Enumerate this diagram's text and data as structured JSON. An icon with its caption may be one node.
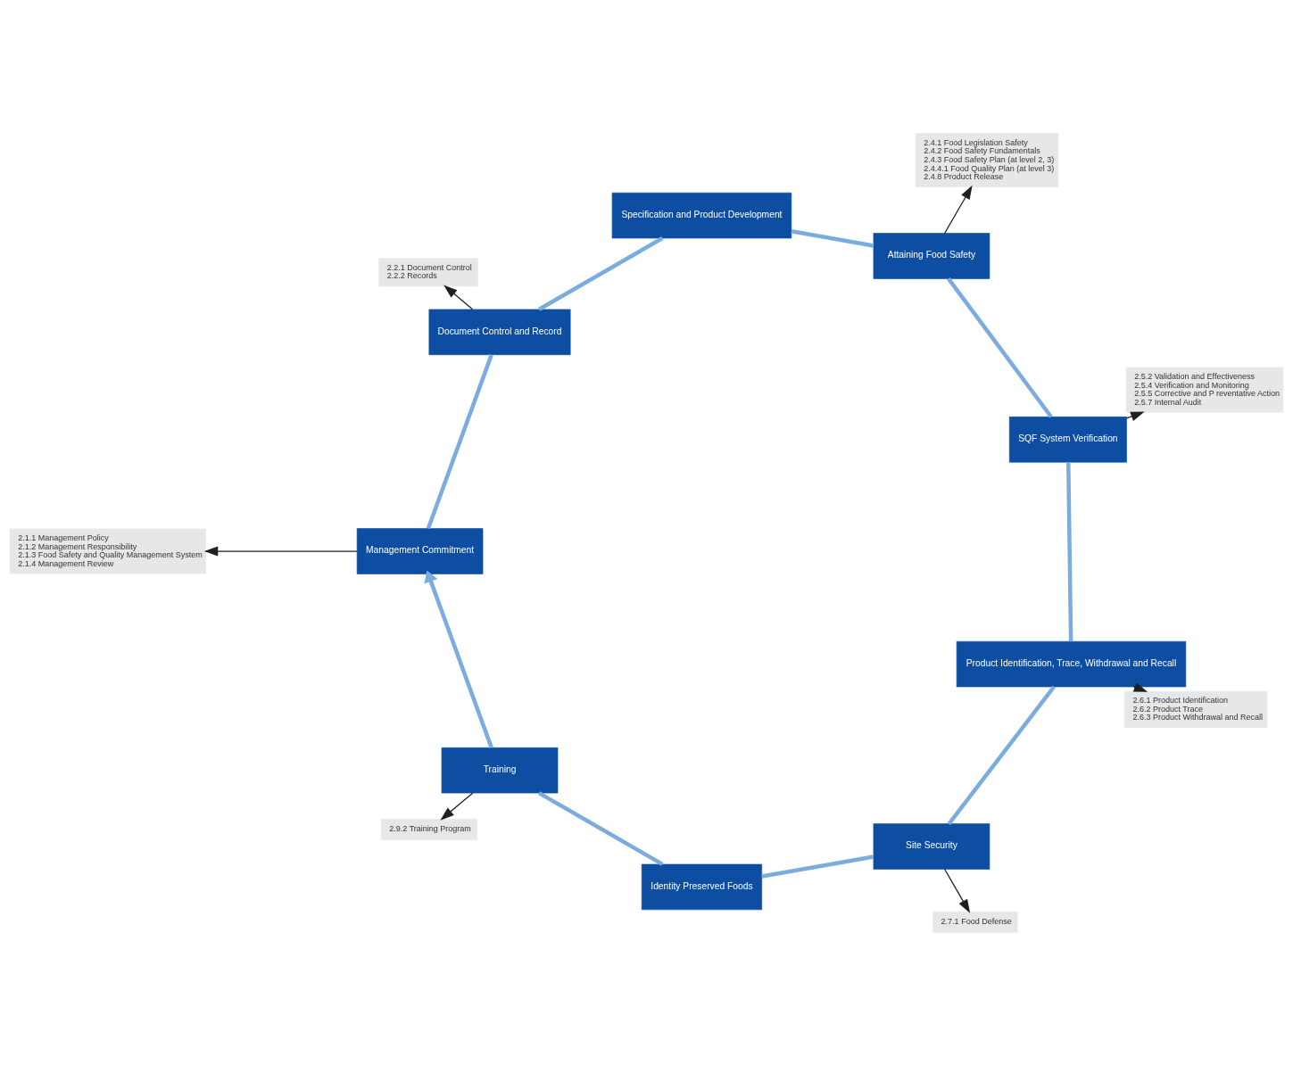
{
  "diagram": {
    "nodes": [
      {
        "text": [
          "2.1.1 Management Policy",
          "2.1.2 Management Responsibility",
          "2.1.3 Food Safety and Quality Management System",
          "2.1.4 Management Review"
        ]
      },
      {
        "text": [
          "Management Commitment"
        ]
      },
      {
        "text": [
          "Document Control and Record"
        ]
      },
      {
        "text": [
          "2.2.1 Document Control",
          "2.2.2 Records"
        ]
      },
      {
        "text": [
          "Specification and Product Development"
        ]
      },
      {
        "text": [
          "Attaining Food Safety"
        ]
      },
      {
        "text": [
          "2.4.1 Food Legislation Safety",
          "2.4.2 Food Safety Fundamentals",
          "2.4.3 Food Safety Plan (at level 2, 3)",
          "2.4.4.1 Food Quality Plan (at level 3)",
          "2.4.8 Product Release"
        ]
      },
      {
        "text": [
          "SQF System Verification"
        ]
      },
      {
        "text": [
          "2.5.2 Validation and Effectiveness",
          "2.5.4 Verification and Monitoring",
          "2.5.5 Corrective and P reventative Action",
          "2.5.7 Internal Audit"
        ]
      },
      {
        "text": [
          "Product Identification, Trace, Withdrawal and Recall"
        ]
      },
      {
        "text": [
          "2.6.1 Product Identification",
          "2.6.2 Product Trace",
          "2.6.3 Product Withdrawal and Recall"
        ]
      },
      {
        "text": [
          "Site Security"
        ]
      },
      {
        "text": [
          "2.7.1 Food Defense"
        ]
      },
      {
        "text": [
          "Identity Preserved Foods"
        ]
      },
      {
        "text": [
          "Training"
        ]
      },
      {
        "text": [
          "2.9.2 Training Program"
        ]
      }
    ],
    "edges": [
      {
        "from": 1,
        "to": 2,
        "arrow": "none"
      },
      {
        "from": 2,
        "to": 4,
        "arrow": "none"
      },
      {
        "from": 4,
        "to": 5,
        "arrow": "none"
      },
      {
        "from": 5,
        "to": 7,
        "arrow": "none"
      },
      {
        "from": 7,
        "to": 9,
        "arrow": "none"
      },
      {
        "from": 9,
        "to": 11,
        "arrow": "none"
      },
      {
        "from": 11,
        "to": 13,
        "arrow": "none"
      },
      {
        "from": 13,
        "to": 14,
        "arrow": "none"
      },
      {
        "from": 14,
        "to": 1,
        "arrow": "to"
      },
      {
        "from": 1,
        "to": 0,
        "arrow": "to",
        "color": "#231f20"
      },
      {
        "from": 2,
        "to": 3,
        "arrow": "to",
        "color": "#231f20"
      },
      {
        "from": 5,
        "to": 6,
        "arrow": "to",
        "color": "#231f20"
      },
      {
        "from": 7,
        "to": 8,
        "arrow": "to",
        "color": "#231f20"
      },
      {
        "from": 9,
        "to": 10,
        "arrow": "to",
        "color": "#231f20"
      },
      {
        "from": 11,
        "to": 12,
        "arrow": "to",
        "color": "#231f20"
      },
      {
        "from": 14,
        "to": 15,
        "arrow": "to",
        "color": "#231f20"
      }
    ]
  }
}
